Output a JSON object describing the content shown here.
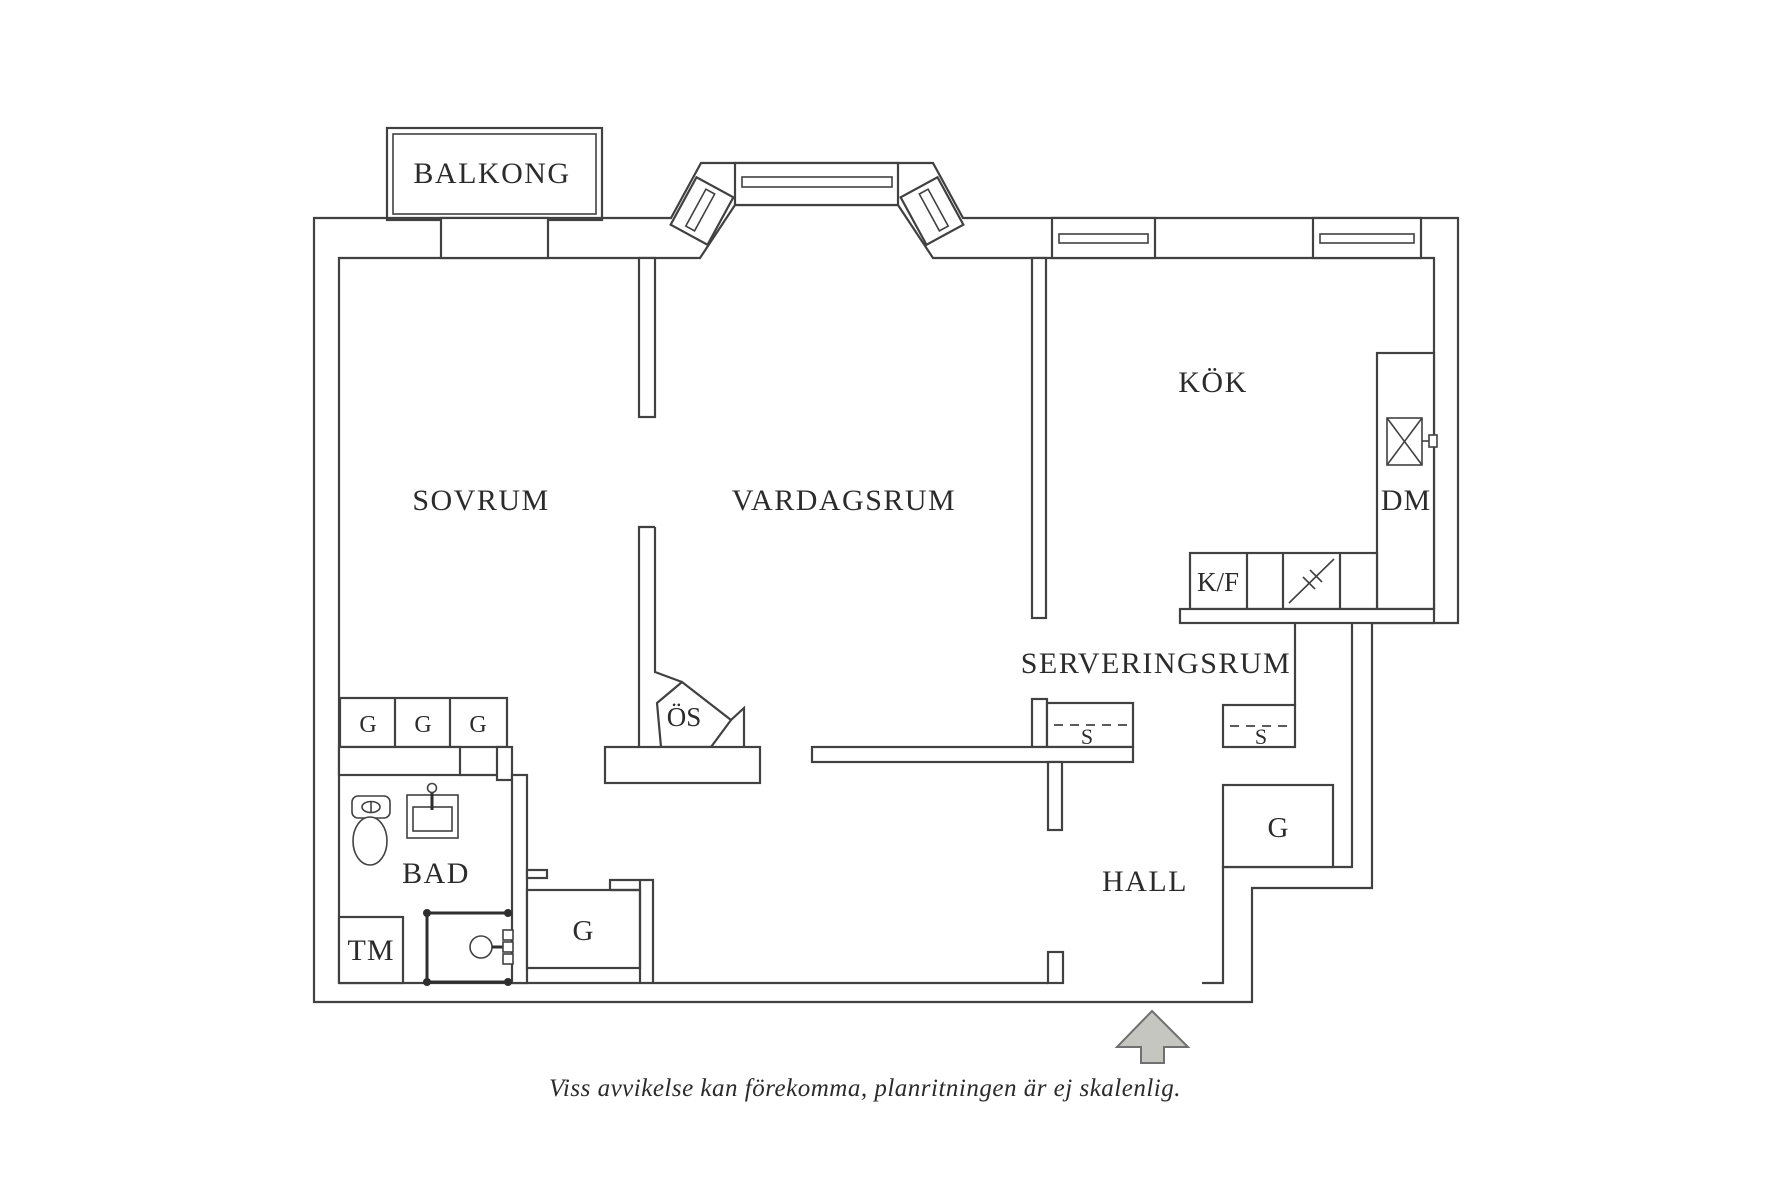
{
  "plan": {
    "rooms": {
      "balkong": "BALKONG",
      "sovrum": "SOVRUM",
      "vardagsrum": "VARDAGSRUM",
      "kok": "KÖK",
      "serveringsrum": "SERVERINGSRUM",
      "hall": "HALL",
      "bad": "BAD"
    },
    "fixtures": {
      "dishwasher": "DM",
      "washing_machine": "TM",
      "fridge_freezer": "K/F",
      "fireplace": "ÖS"
    },
    "wardrobes": {
      "g1": "G",
      "g2": "G",
      "g3": "G",
      "closet_g": "G",
      "hall_g": "G"
    },
    "cabinets": {
      "s1": "S",
      "s2": "S"
    },
    "colors": {
      "wall_line": "#414141",
      "label_text": "#2b2b2b",
      "arrow_fill": "#c6c6c1",
      "arrow_stroke": "#707070",
      "background": "#ffffff"
    },
    "footer": {
      "disclaimer": "Viss avvikelse kan förekomma, planritningen är ej skalenlig."
    }
  }
}
